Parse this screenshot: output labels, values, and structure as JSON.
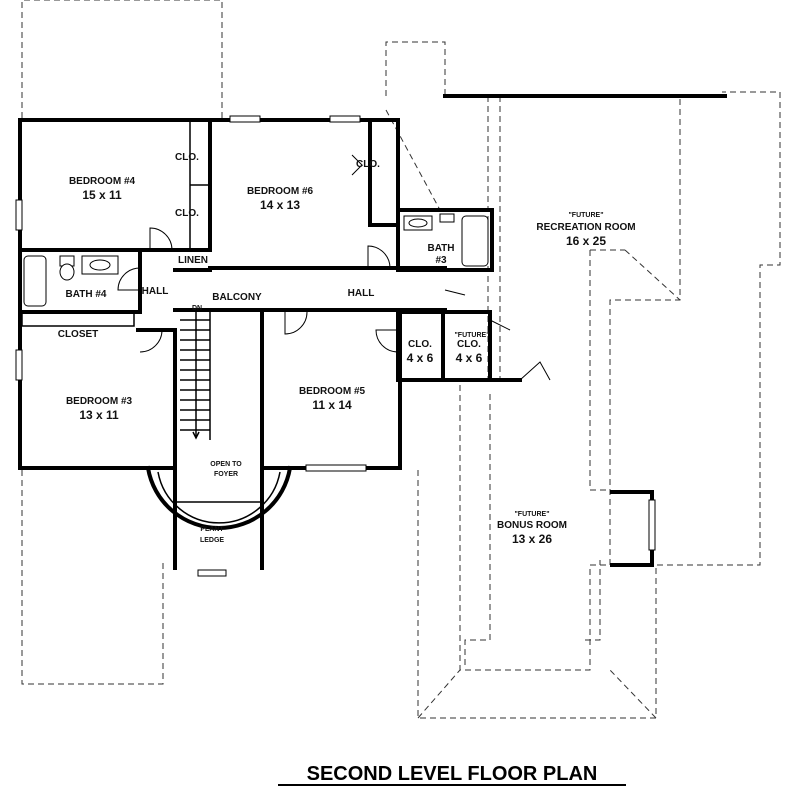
{
  "title": "SECOND LEVEL FLOOR PLAN",
  "rooms": {
    "bedroom4": {
      "name": "BEDROOM #4",
      "size": "15 x 11"
    },
    "bedroom6": {
      "name": "BEDROOM #6",
      "size": "14 x 13"
    },
    "bedroom3": {
      "name": "BEDROOM #3",
      "size": "13 x 11"
    },
    "bedroom5": {
      "name": "BEDROOM #5",
      "size": "11 x 14"
    },
    "recreation": {
      "future": "\"FUTURE\"",
      "name": "RECREATION ROOM",
      "size": "16 x 25"
    },
    "bonus": {
      "future": "\"FUTURE\"",
      "name": "BONUS ROOM",
      "size": "13 x 26"
    },
    "bath3": {
      "name": "BATH",
      "num": "#3"
    },
    "bath4": {
      "name": "BATH #4"
    },
    "closet": {
      "name": "CLOSET"
    },
    "linen": {
      "name": "LINEN"
    },
    "hall_left": {
      "name": "HALL"
    },
    "hall_right": {
      "name": "HALL"
    },
    "balcony": {
      "name": "BALCONY"
    },
    "dn": {
      "name": "DN"
    },
    "open_to_foyer": {
      "line1": "OPEN TO",
      "line2": "FOYER"
    },
    "plant_ledge": {
      "line1": "PLANT",
      "line2": "LEDGE"
    },
    "clo_b4_top": {
      "name": "CLO."
    },
    "clo_b4_bottom": {
      "name": "CLO."
    },
    "clo_b6": {
      "name": "CLO."
    },
    "clo_left": {
      "name": "CLO.",
      "size": "4 x 6"
    },
    "clo_right": {
      "future": "\"FUTURE\"",
      "name": "CLO.",
      "size": "4 x 6"
    }
  }
}
